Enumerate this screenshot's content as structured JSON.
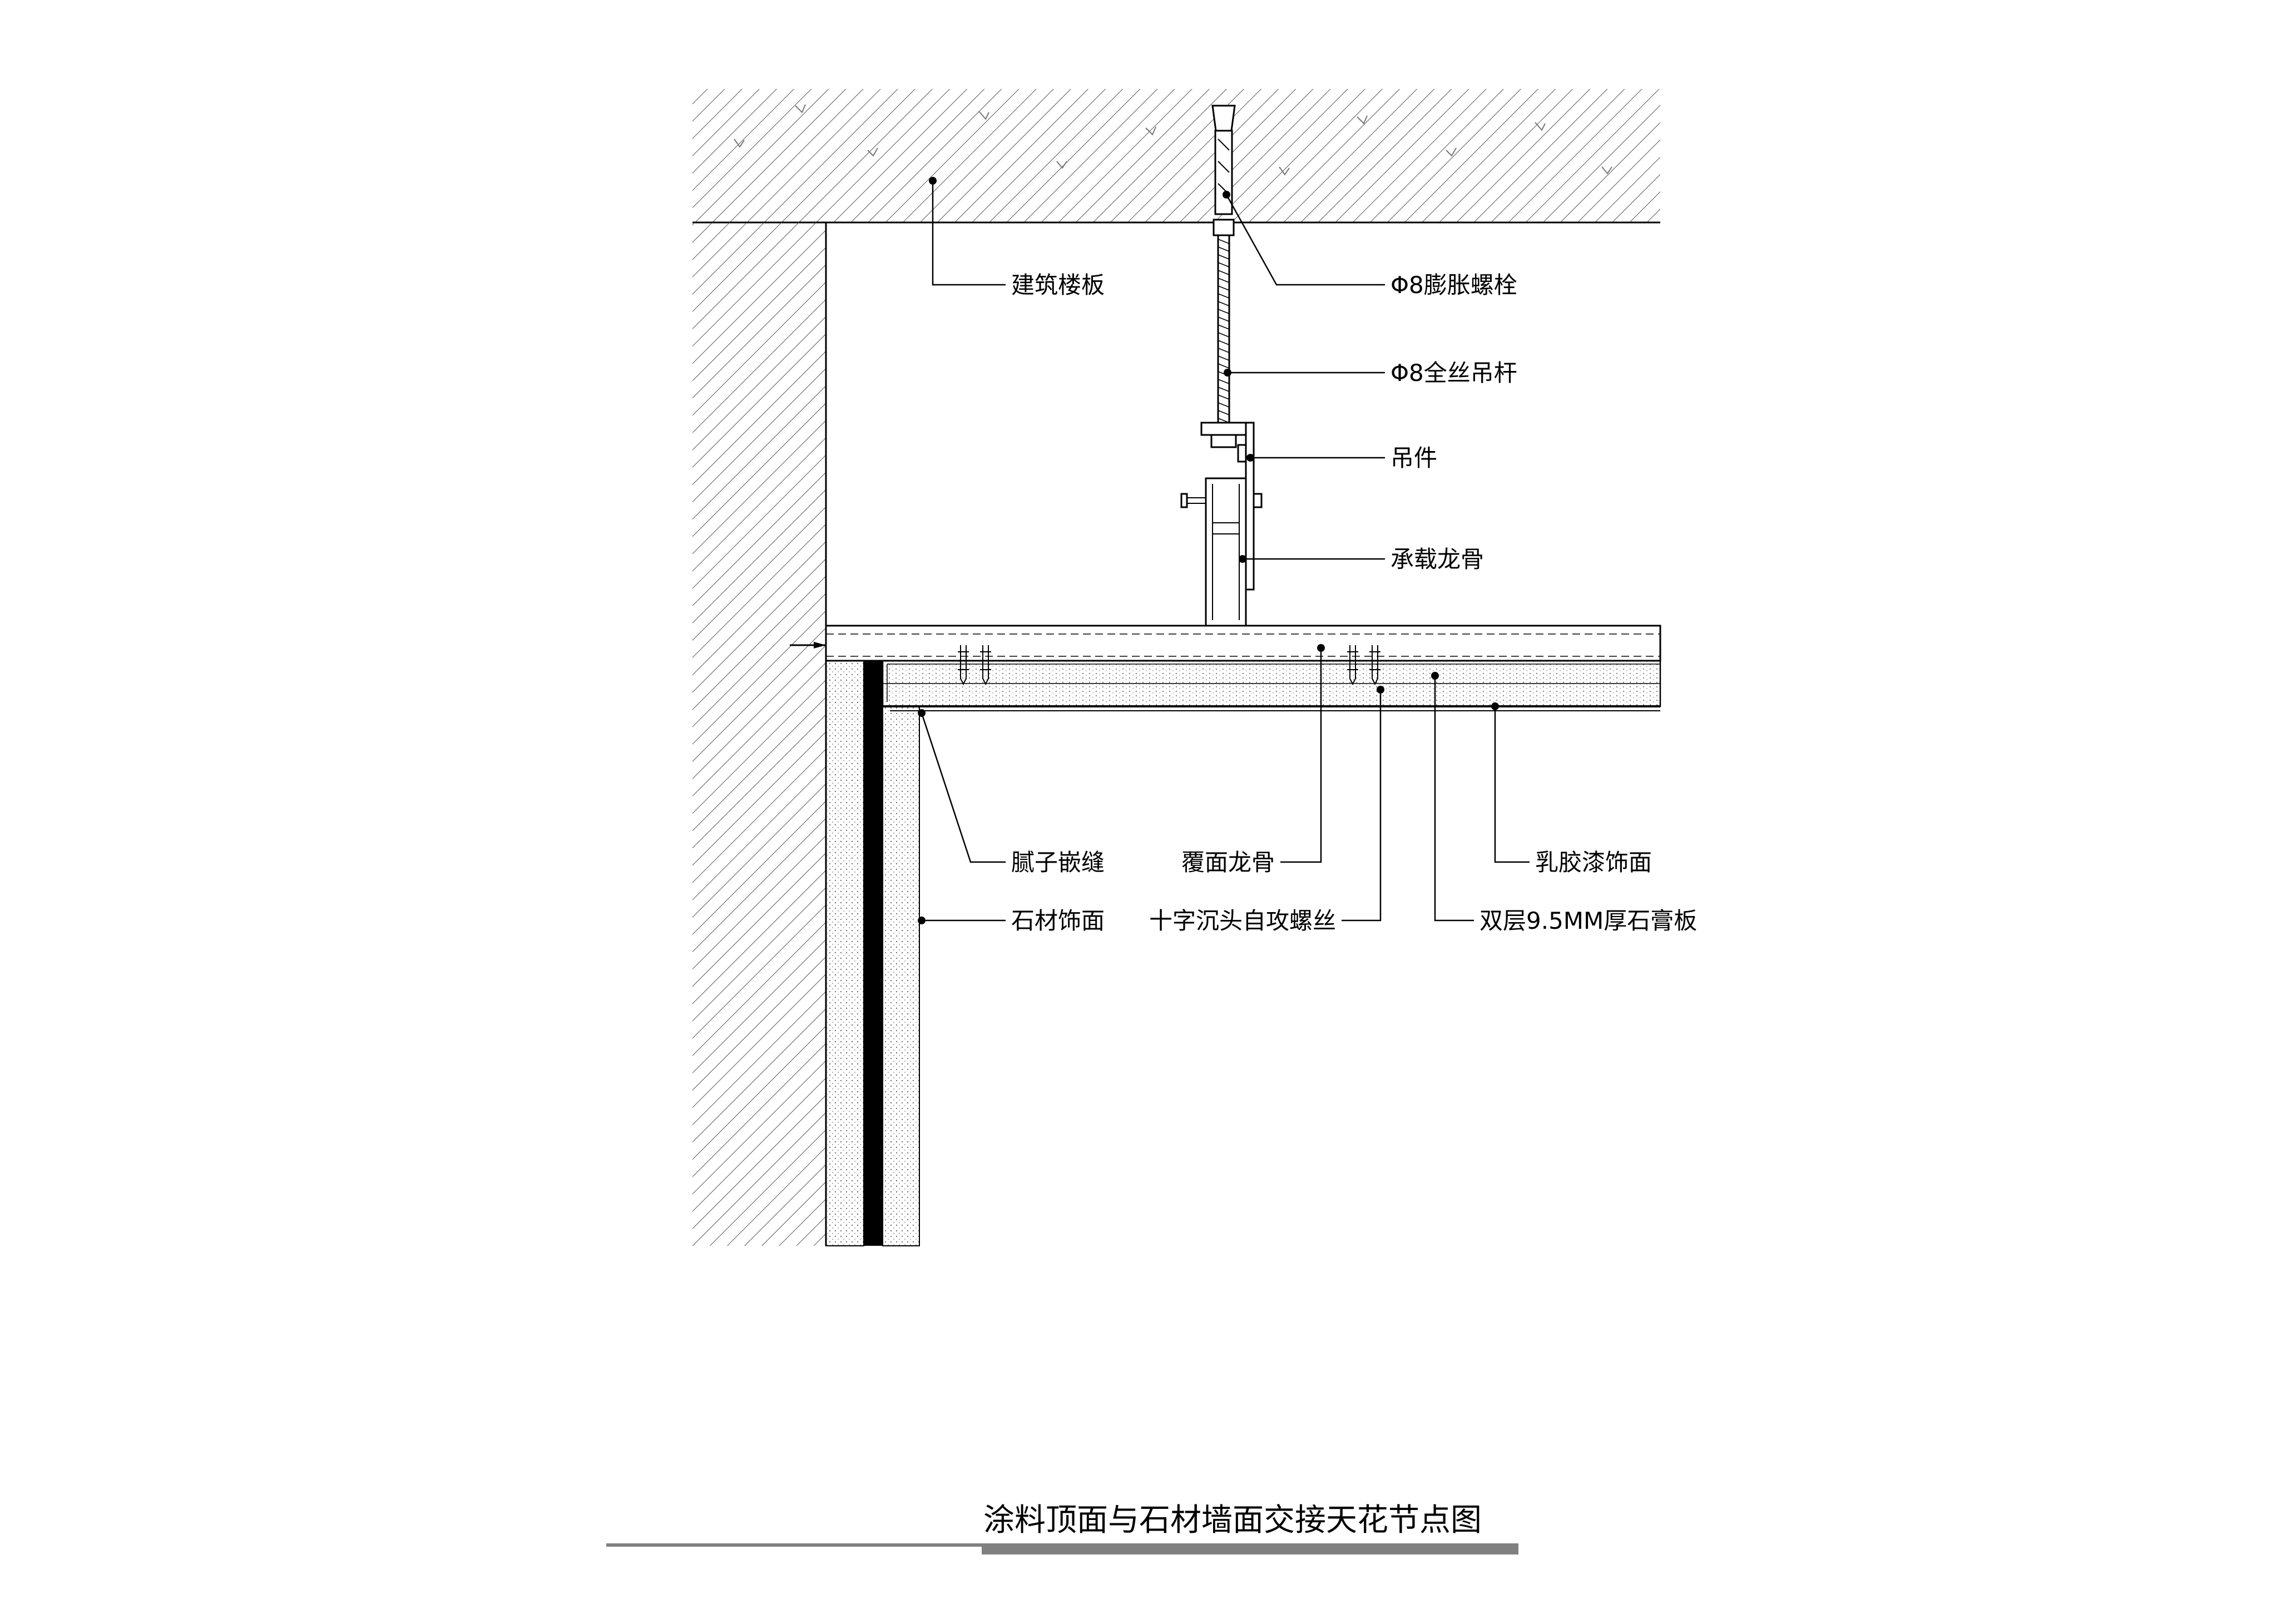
{
  "title": "涂料顶面与石材墙面交接天花节点图",
  "labels": {
    "floor_slab": "建筑楼板",
    "expansion_bolt": "Φ8膨胀螺栓",
    "threaded_rod": "Φ8全丝吊杆",
    "hanger": "吊件",
    "main_keel": "承载龙骨",
    "putty_joint": "腻子嵌缝",
    "stone_finish": "石材饰面",
    "cover_keel": "覆面龙骨",
    "self_tapping_screw": "十字沉头自攻螺丝",
    "latex_paint": "乳胶漆饰面",
    "gypsum_board": "双层9.5MM厚石膏板"
  },
  "colors": {
    "line": "#000000",
    "hatch": "#555555",
    "title_bar": "#808080"
  }
}
